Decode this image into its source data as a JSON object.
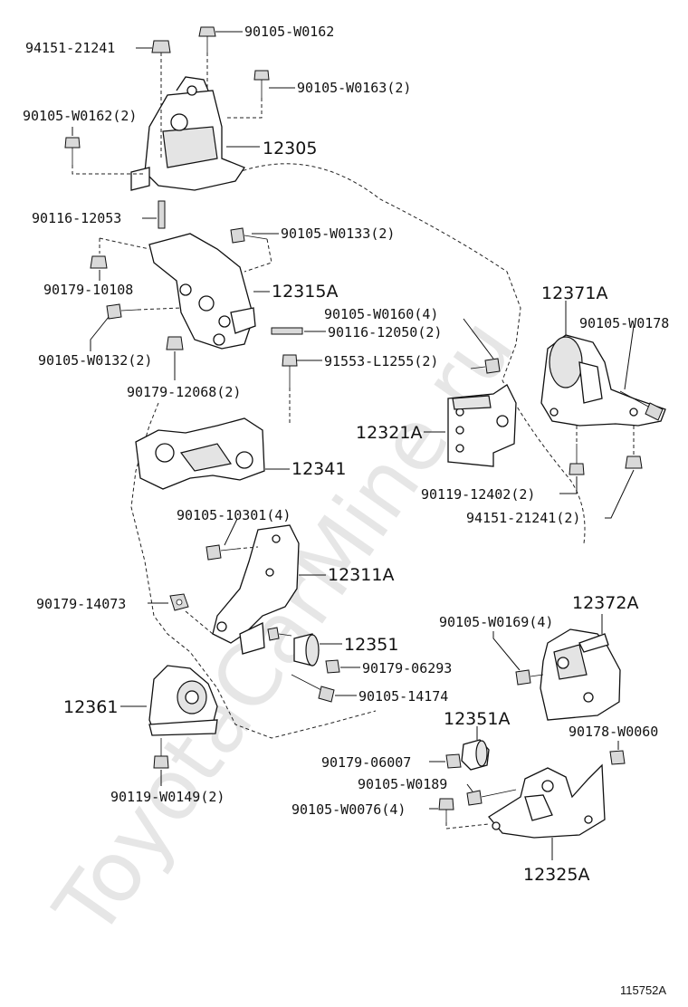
{
  "watermark": "ToyotaCarMine.ru",
  "diagram_code": "115752A",
  "labels": {
    "l_94151_21241": "94151-21241",
    "l_90105_W0162": "90105-W0162",
    "l_90105_W0163_2": "90105-W0163(2)",
    "l_90105_W0162_2": "90105-W0162(2)",
    "l_12305": "12305",
    "l_90116_12053": "90116-12053",
    "l_90105_W0133_2": "90105-W0133(2)",
    "l_90179_10108": "90179-10108",
    "l_12315A": "12315A",
    "l_90105_W0160_4": "90105-W0160(4)",
    "l_90116_12050_2": "90116-12050(2)",
    "l_90105_W0132_2": "90105-W0132(2)",
    "l_91553_L1255_2": "91553-L1255(2)",
    "l_90179_12068_2": "90179-12068(2)",
    "l_12371A": "12371A",
    "l_90105_W0178": "90105-W0178",
    "l_12321A": "12321A",
    "l_12341": "12341",
    "l_90119_12402_2": "90119-12402(2)",
    "l_94151_21241_2": "94151-21241(2)",
    "l_90105_10301_4": "90105-10301(4)",
    "l_12311A": "12311A",
    "l_90179_14073": "90179-14073",
    "l_12372A": "12372A",
    "l_90105_W0169_4": "90105-W0169(4)",
    "l_12351": "12351",
    "l_90179_06293": "90179-06293",
    "l_12361": "12361",
    "l_90105_14174": "90105-14174",
    "l_12351A": "12351A",
    "l_90178_W0060": "90178-W0060",
    "l_90179_06007": "90179-06007",
    "l_90105_W0189": "90105-W0189",
    "l_90119_W0149_2": "90119-W0149(2)",
    "l_90105_W0076_4": "90105-W0076(4)",
    "l_12325A": "12325A"
  }
}
